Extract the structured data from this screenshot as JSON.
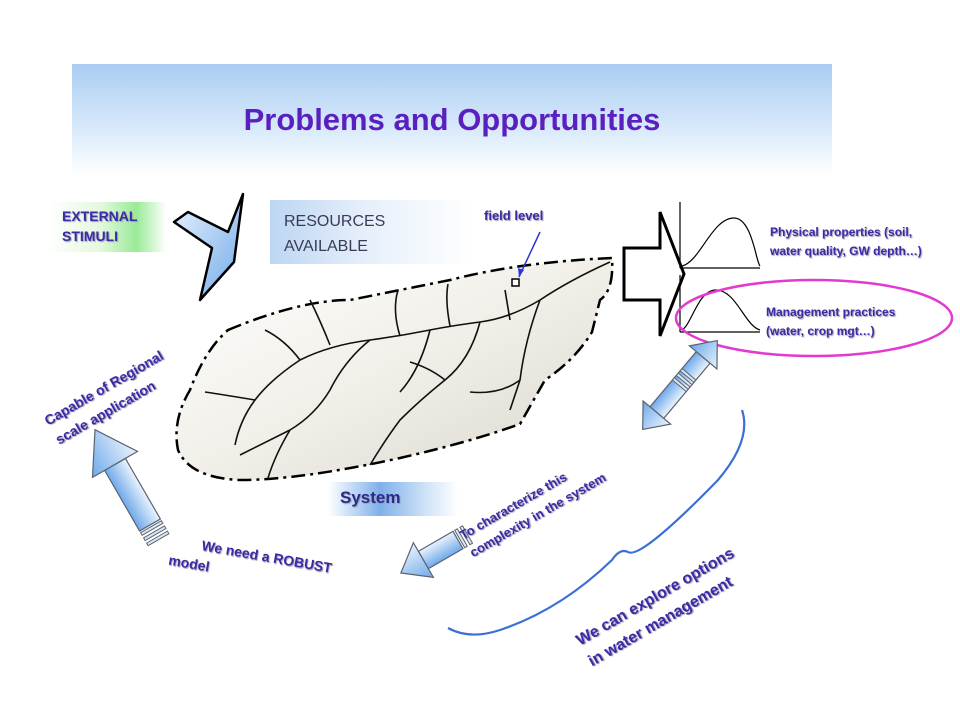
{
  "title": "Problems and Opportunities",
  "labels": {
    "external_stimuli_1": "EXTERNAL",
    "external_stimuli_2": "STIMULI",
    "resources_1": "RESOURCES",
    "resources_2": "AVAILABLE",
    "field_level": "field level",
    "system": "System",
    "physical_1": "Physical properties (soil,",
    "physical_2": "water quality, GW depth…)",
    "management_1": "Management practices",
    "management_2": "(water, crop mgt…)",
    "regional_1": "Capable of Regional",
    "regional_2": "scale application",
    "robust_1": "We need a ROBUST",
    "robust_2": "model",
    "characterize_1": "To characterize this",
    "characterize_2": "complexity in the system",
    "explore_1": "We can explore options",
    "explore_2": "in water management"
  },
  "colors": {
    "title": "#5a1fc0",
    "label_text": "#3b2aa6",
    "ellipse_highlight": "#e23ad0",
    "brace": "#3b6fd8",
    "arrow_fill": "#7fb5ee"
  }
}
